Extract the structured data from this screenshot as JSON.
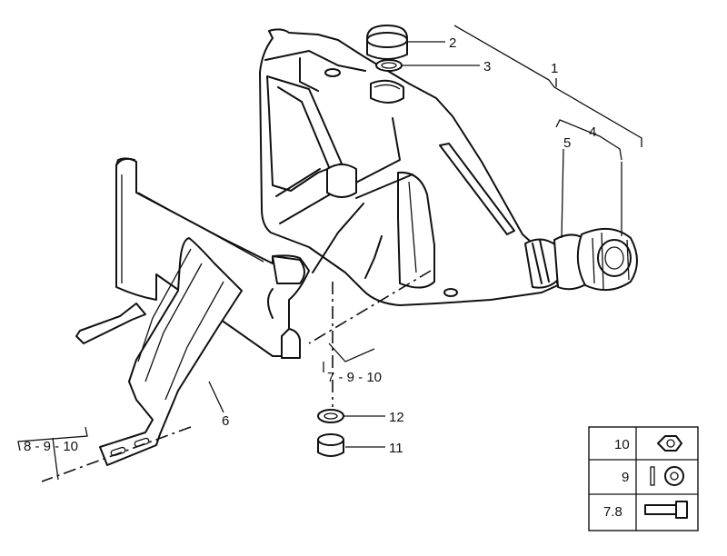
{
  "callouts": {
    "c1": "1",
    "c2": "2",
    "c3": "3",
    "c4": "4",
    "c5": "5",
    "c6": "6",
    "c7_9_10": "7 - 9 - 10",
    "c8_9_10": "8 - 9 - 10",
    "c11": "11",
    "c12": "12"
  },
  "legend": {
    "rows": [
      {
        "label": "10",
        "icon": "hex-nut-icon"
      },
      {
        "label": "9",
        "icon": "washer-icon"
      },
      {
        "label": "7.8",
        "icon": "bolt-icon"
      }
    ]
  }
}
